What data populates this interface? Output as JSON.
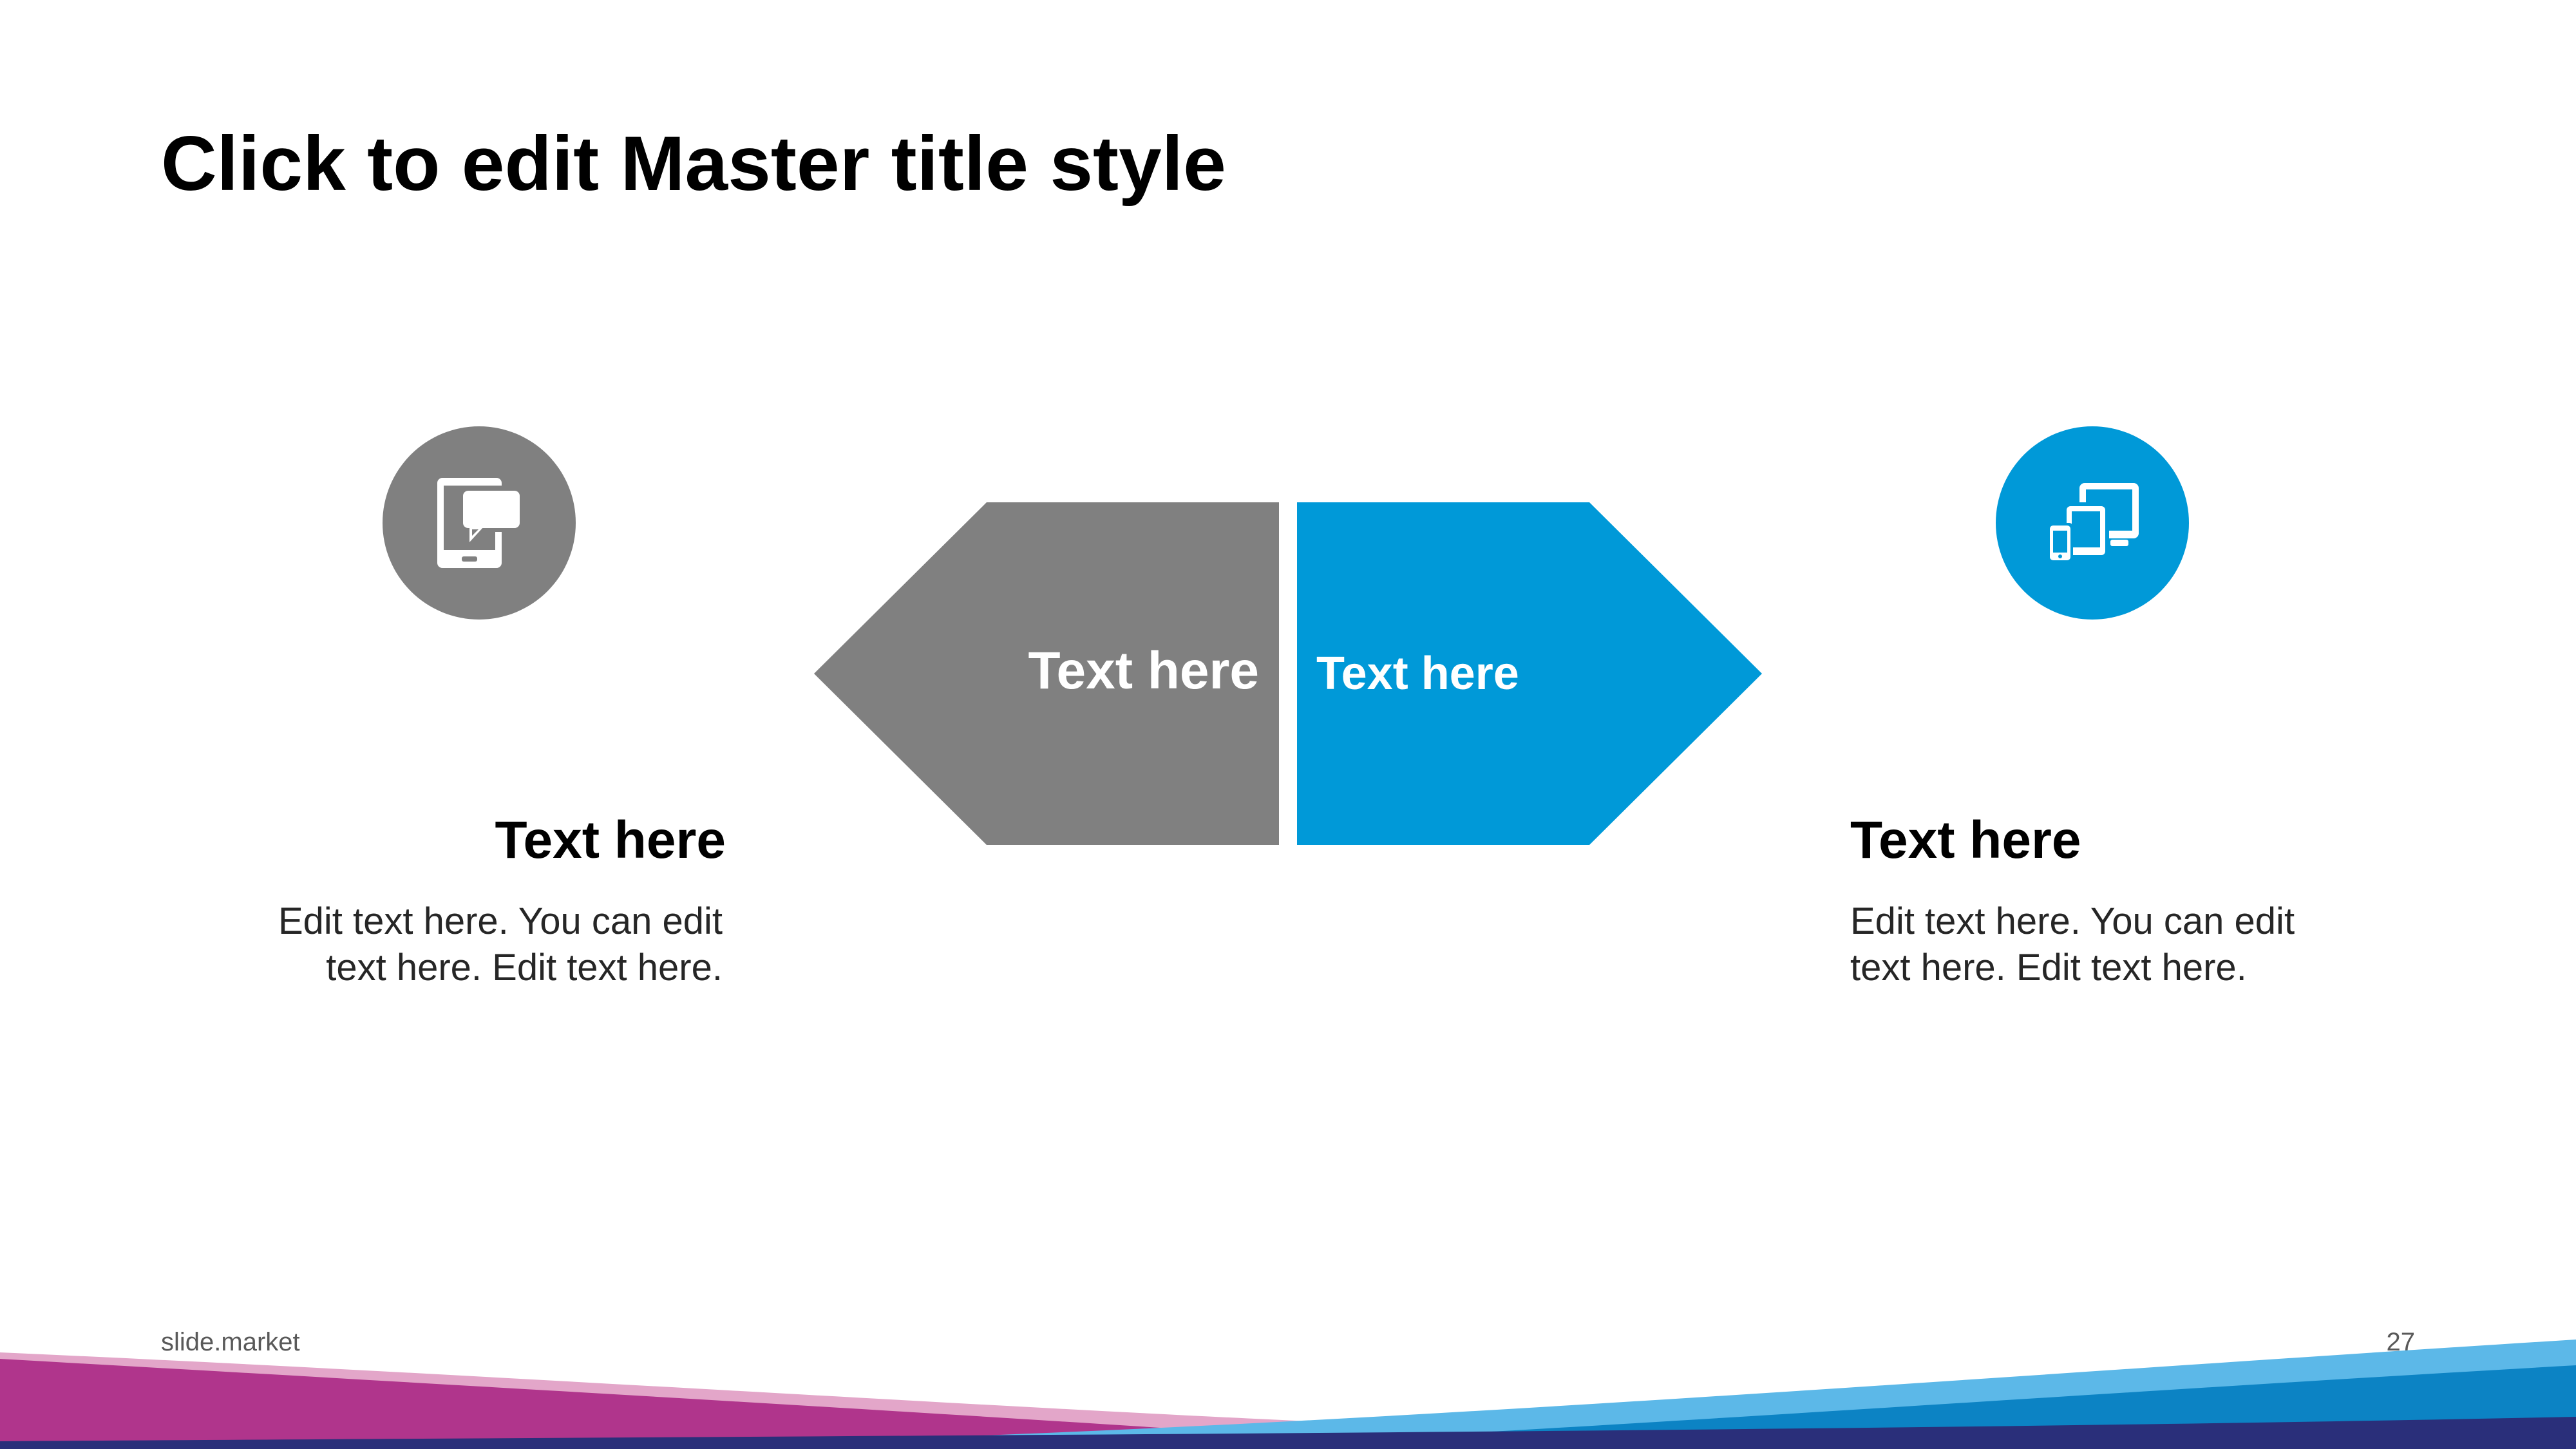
{
  "slide": {
    "title": "Click to edit Master title style",
    "footer": "slide.market",
    "page_number": "27"
  },
  "arrows": {
    "left_label": "Text here",
    "right_label": "Text here"
  },
  "left_block": {
    "icon": "tablet-chat-icon",
    "heading": "Text here",
    "body_lines": [
      "Edit text here. You can edit",
      "text here. Edit text here."
    ]
  },
  "right_block": {
    "icon": "multi-device-icon",
    "heading": "Text here",
    "body_lines": [
      "Edit text here. You can edit",
      "text here. Edit text here."
    ]
  },
  "colors": {
    "gray": "#808080",
    "blue": "#0099d8",
    "magenta": "#b0358c",
    "navy": "#2a2f7a"
  }
}
